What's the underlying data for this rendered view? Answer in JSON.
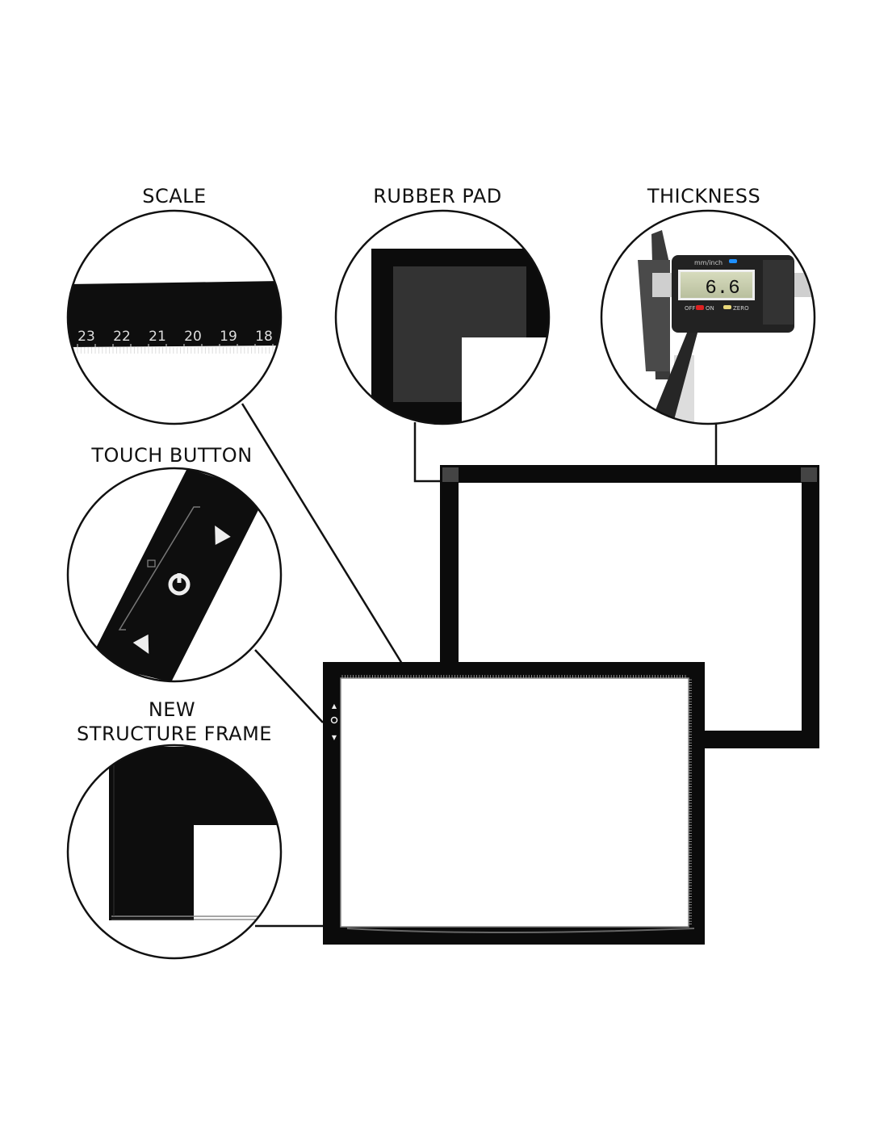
{
  "labels": {
    "scale": "SCALE",
    "rubber_pad": "RUBBER PAD",
    "thickness": "THICKNESS",
    "touch_button": "TOUCH BUTTON",
    "frame_line1": "NEW",
    "frame_line2": "STRUCTURE FRAME"
  },
  "scale_numbers": [
    "23",
    "22",
    "21",
    "20",
    "19",
    "18"
  ],
  "caliper": {
    "reading": "6.6",
    "unit_label": "mm/inch",
    "off": "OFF",
    "on": "ON",
    "zero": "ZERO"
  },
  "colors": {
    "frame": "#0b0b0b",
    "panel": "#ffffff",
    "lcd": "#c9ceb0"
  }
}
